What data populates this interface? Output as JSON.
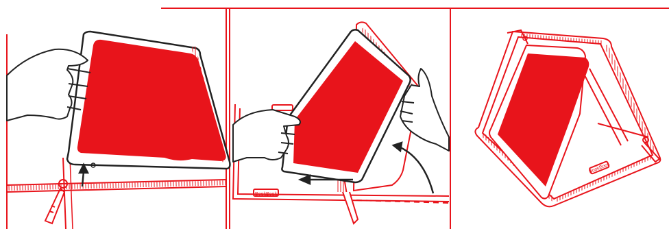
{
  "figure": {
    "panels": [
      {
        "step": "insert-tablet"
      },
      {
        "step": "fold-stand"
      },
      {
        "step": "standing"
      }
    ],
    "brand_labels": [
      "BookBook",
      "BookBook",
      "BookBook"
    ],
    "colors": {
      "accent": "#e8141b",
      "ink": "#222222",
      "background": "#ffffff"
    }
  }
}
